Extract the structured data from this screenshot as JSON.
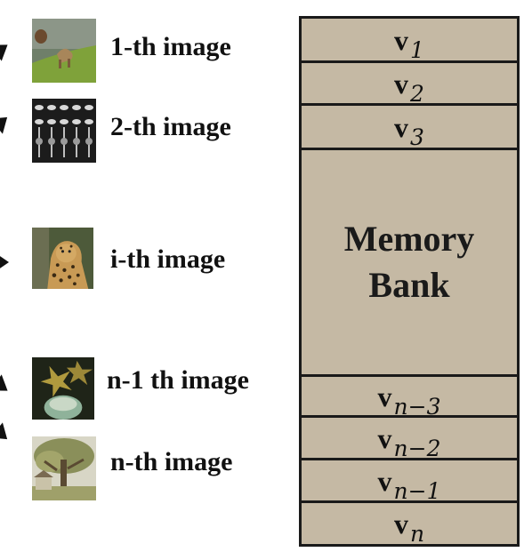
{
  "images": [
    {
      "label": "1-th image",
      "thumb": "dog-by-water-thumbnail"
    },
    {
      "label": "2-th image",
      "thumb": "metal-pattern-thumbnail"
    },
    {
      "label": "i-th image",
      "thumb": "leopard-thumbnail"
    },
    {
      "label": "n-1 th image",
      "thumb": "starfish-anemone-thumbnail"
    },
    {
      "label": "n-th image",
      "thumb": "tree-house-thumbnail"
    }
  ],
  "memory_bank": {
    "title_line1": "Memory",
    "title_line2": "Bank",
    "vectors": [
      {
        "symbol": "v",
        "sub": "1"
      },
      {
        "symbol": "v",
        "sub": "2"
      },
      {
        "symbol": "v",
        "sub": "3"
      },
      {
        "symbol": "v",
        "sub": "n−3"
      },
      {
        "symbol": "v",
        "sub": "n−2"
      },
      {
        "symbol": "v",
        "sub": "n−1"
      },
      {
        "symbol": "v",
        "sub": "n"
      }
    ]
  },
  "colors": {
    "bank_fill": "#c5b9a4",
    "border": "#1a1a1a",
    "text": "#111111"
  }
}
